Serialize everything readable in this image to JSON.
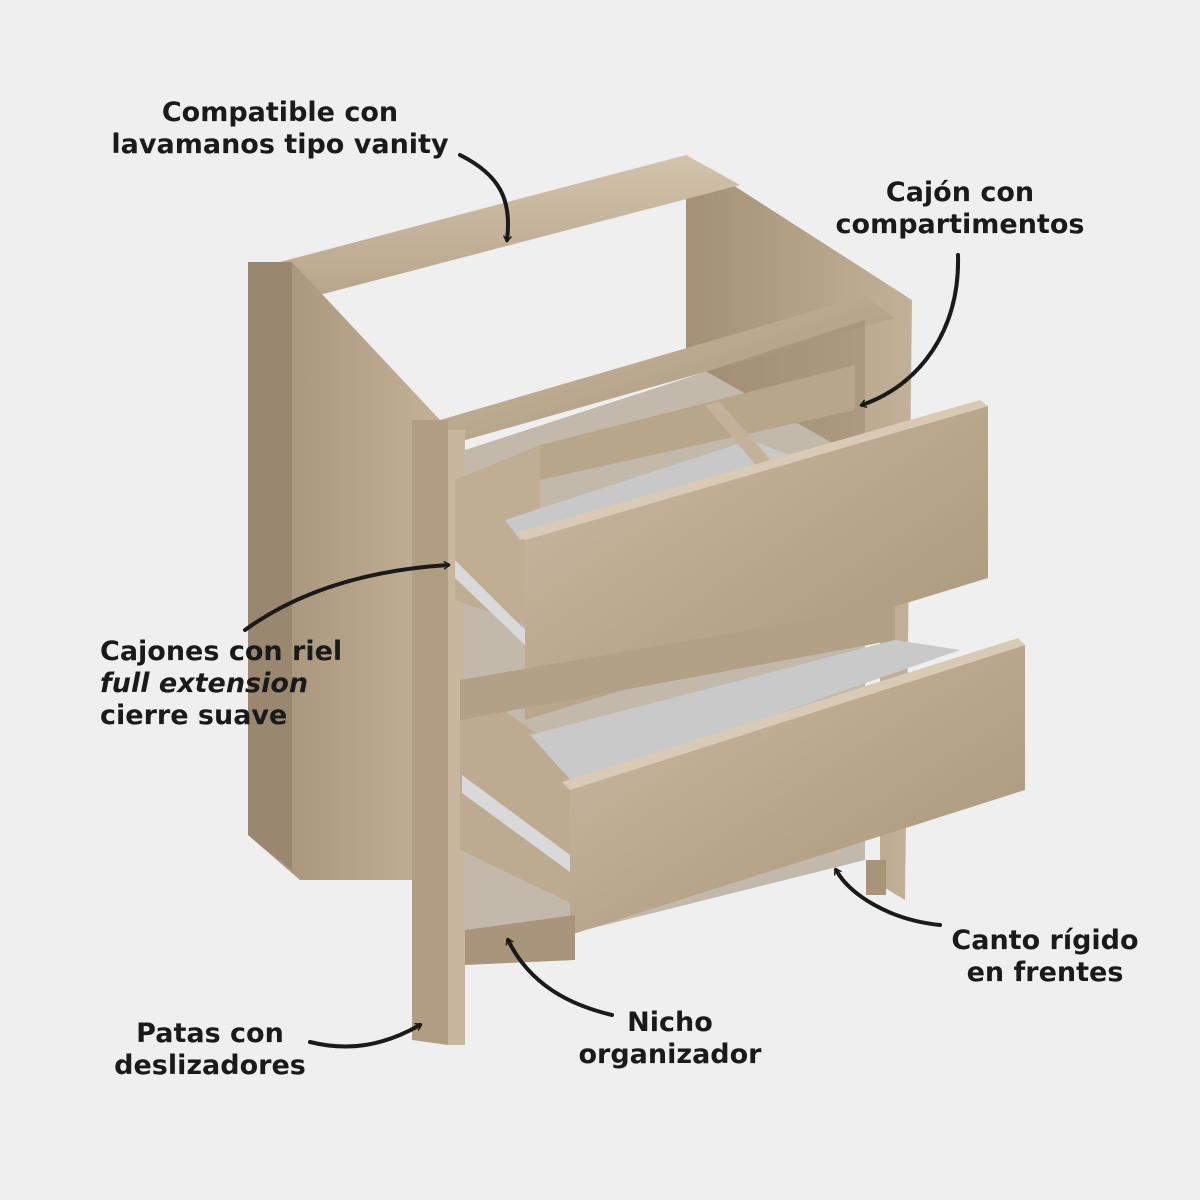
{
  "labels": {
    "vanity": {
      "line1": "Compatible con",
      "line2": "lavamanos tipo vanity"
    },
    "drawer_compartments": {
      "line1": "Cajón con",
      "line2": "compartimentos"
    },
    "rails": {
      "line1": "Cajones con riel",
      "line2": "full extension",
      "line3": "cierre suave"
    },
    "edge": {
      "line1": "Canto rígido",
      "line2": "en frentes"
    },
    "niche": {
      "line1": "Nicho",
      "line2": "organizador"
    },
    "legs": {
      "line1": "Patas con",
      "line2": "deslizadores"
    }
  }
}
